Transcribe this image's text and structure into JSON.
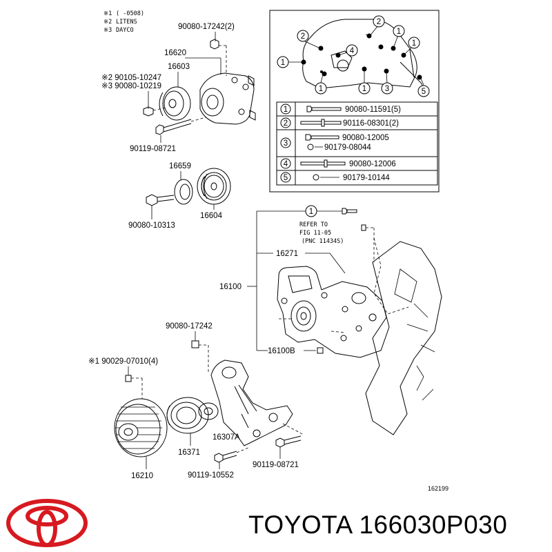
{
  "notes": [
    {
      "mark": "※1",
      "text": "(     -0508)"
    },
    {
      "mark": "※2",
      "text": "LITENS"
    },
    {
      "mark": "※3",
      "text": "DAYCO"
    }
  ],
  "parts": {
    "p_90080_17242_2": "90080-17242(2)",
    "p_16620": "16620",
    "p_16603": "16603",
    "p_90105_10247": "※2 90105-10247",
    "p_90080_10219": "※3 90080-10219",
    "p_90119_08721_a": "90119-08721",
    "p_16659": "16659",
    "p_16604": "16604",
    "p_90080_10313": "90080-10313",
    "p_refer": [
      "REFER TO",
      "FIG 11-05",
      "(PNC 11434S)"
    ],
    "p_16271": "16271",
    "p_16100": "16100",
    "p_16100B": "16100B",
    "p_90080_17242": "90080-17242",
    "p_90029_07010": "※1  90029-07010(4)",
    "p_16307A": "16307A",
    "p_16371": "16371",
    "p_16210": "16210",
    "p_90119_10552": "90119-10552",
    "p_90119_08721_b": "90119-08721",
    "figure_number": "162199"
  },
  "callouts": [
    "1",
    "2",
    "3",
    "4",
    "5"
  ],
  "bolt_table": [
    {
      "key": "1",
      "parts": [
        "90080-11591(5)"
      ]
    },
    {
      "key": "2",
      "parts": [
        "90116-08301(2)"
      ]
    },
    {
      "key": "3",
      "parts": [
        "90080-12005",
        "90179-08044"
      ]
    },
    {
      "key": "4",
      "parts": [
        "90080-12006"
      ]
    },
    {
      "key": "5",
      "parts": [
        "90179-10144"
      ]
    }
  ],
  "footer": {
    "brand_text": "TOYOTA 166030P030",
    "logo_color": "#d71920"
  }
}
